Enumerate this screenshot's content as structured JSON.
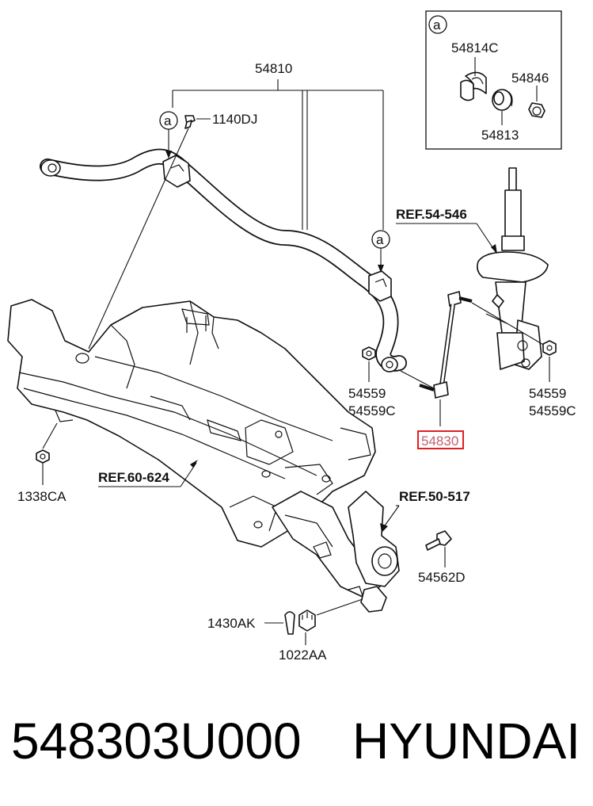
{
  "diagram": {
    "inset_bubble": "a",
    "bubbles": [
      "a",
      "a"
    ],
    "labels": {
      "stabilizer_bar": "54810",
      "bolt_top": "1140DJ",
      "ref_strut": "REF.54-546",
      "bushing": "54814C",
      "nut_small": "54846",
      "clamp": "54813",
      "nut_left": "54559",
      "nut_left_c": "54559C",
      "nut_right": "54559",
      "nut_right_c": "54559C",
      "link": "54830",
      "subframe_bolt": "1338CA",
      "ref_subframe": "REF.60-624",
      "ref_knuckle": "REF.50-517",
      "bolt_knuckle": "54562D",
      "cotter_pin": "1430AK",
      "castle_nut": "1022AA"
    },
    "highlight_color": "#e02020"
  },
  "footer": {
    "part_number": "548303U000",
    "brand": "HYUNDAI"
  }
}
